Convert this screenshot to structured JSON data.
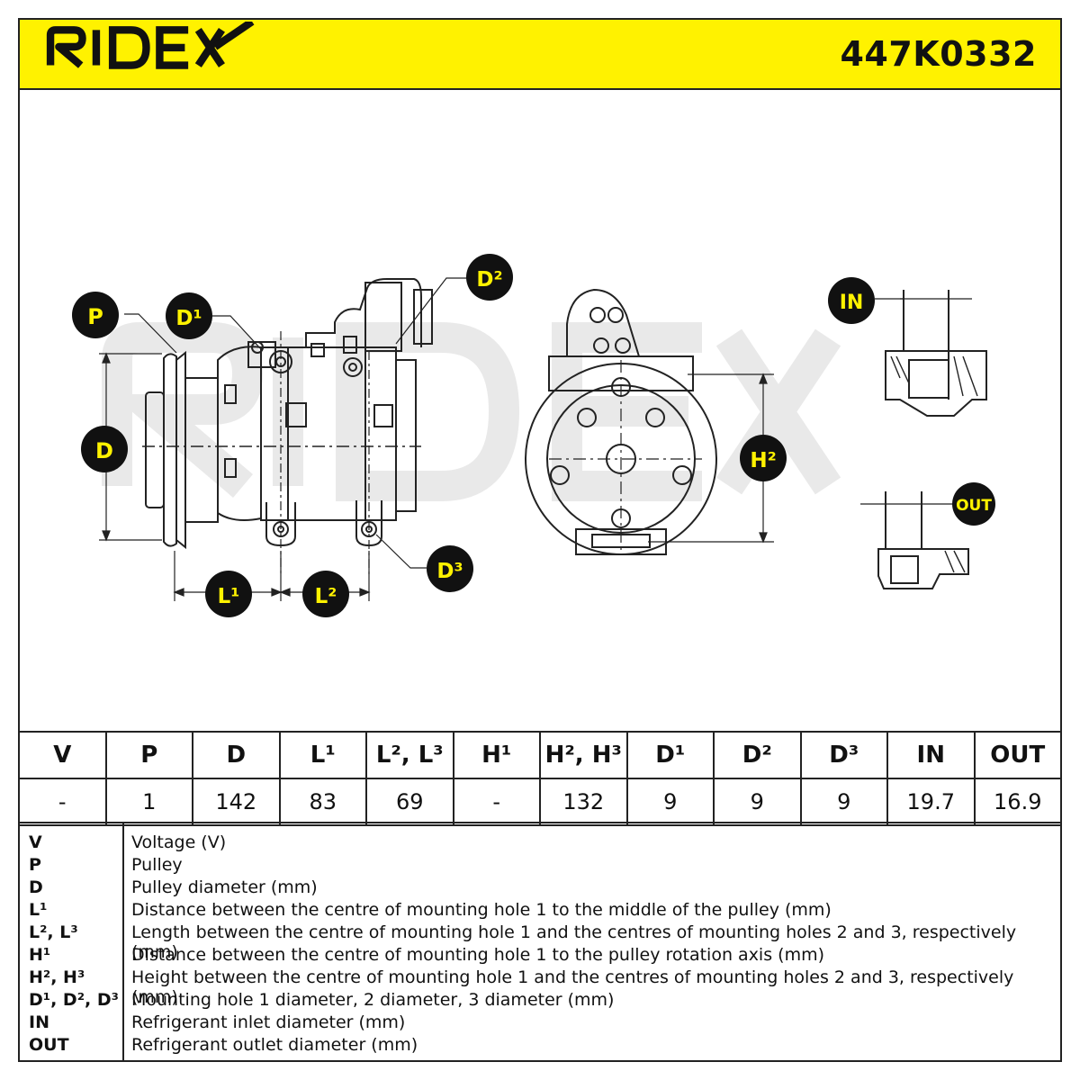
{
  "brand": {
    "name": "RIDEX",
    "watermark": "RIDEX"
  },
  "part_number": "447K0332",
  "callouts": {
    "P": "P",
    "D1": "D¹",
    "D2": "D²",
    "D": "D",
    "H2": "H²",
    "L1": "L¹",
    "L2": "L²",
    "D3": "D³",
    "IN": "IN",
    "OUT": "OUT"
  },
  "table": {
    "headers": [
      "V",
      "P",
      "D",
      "L¹",
      "L², L³",
      "H¹",
      "H², H³",
      "D¹",
      "D²",
      "D³",
      "IN",
      "OUT"
    ],
    "values": [
      "-",
      "1",
      "142",
      "83",
      "69",
      "-",
      "132",
      "9",
      "9",
      "9",
      "19.7",
      "16.9"
    ]
  },
  "legend": [
    {
      "key": "V",
      "text": "Voltage (V)"
    },
    {
      "key": "P",
      "text": "Pulley"
    },
    {
      "key": "D",
      "text": "Pulley diameter (mm)"
    },
    {
      "key": "L¹",
      "text": "Distance between the centre of mounting hole 1 to the middle of the pulley (mm)"
    },
    {
      "key": "L², L³",
      "text": "Length between the centre of mounting hole 1 and the centres of mounting holes 2 and 3, respectively (mm)"
    },
    {
      "key": "H¹",
      "text": "Distance between the centre of mounting hole 1 to the pulley rotation axis (mm)"
    },
    {
      "key": "H², H³",
      "text": "Height between the centre of mounting hole 1 and the centres of mounting holes 2 and 3, respectively (mm)"
    },
    {
      "key": "D¹, D², D³",
      "text": "Mounting hole 1 diameter, 2 diameter, 3 diameter (mm)"
    },
    {
      "key": "IN",
      "text": "Refrigerant inlet diameter (mm)"
    },
    {
      "key": "OUT",
      "text": "Refrigerant outlet diameter (mm)"
    }
  ],
  "colors": {
    "header_bg": "#fff200",
    "callout_bg": "#111111",
    "callout_text": "#fff200",
    "watermark": "#e6e6e6"
  }
}
